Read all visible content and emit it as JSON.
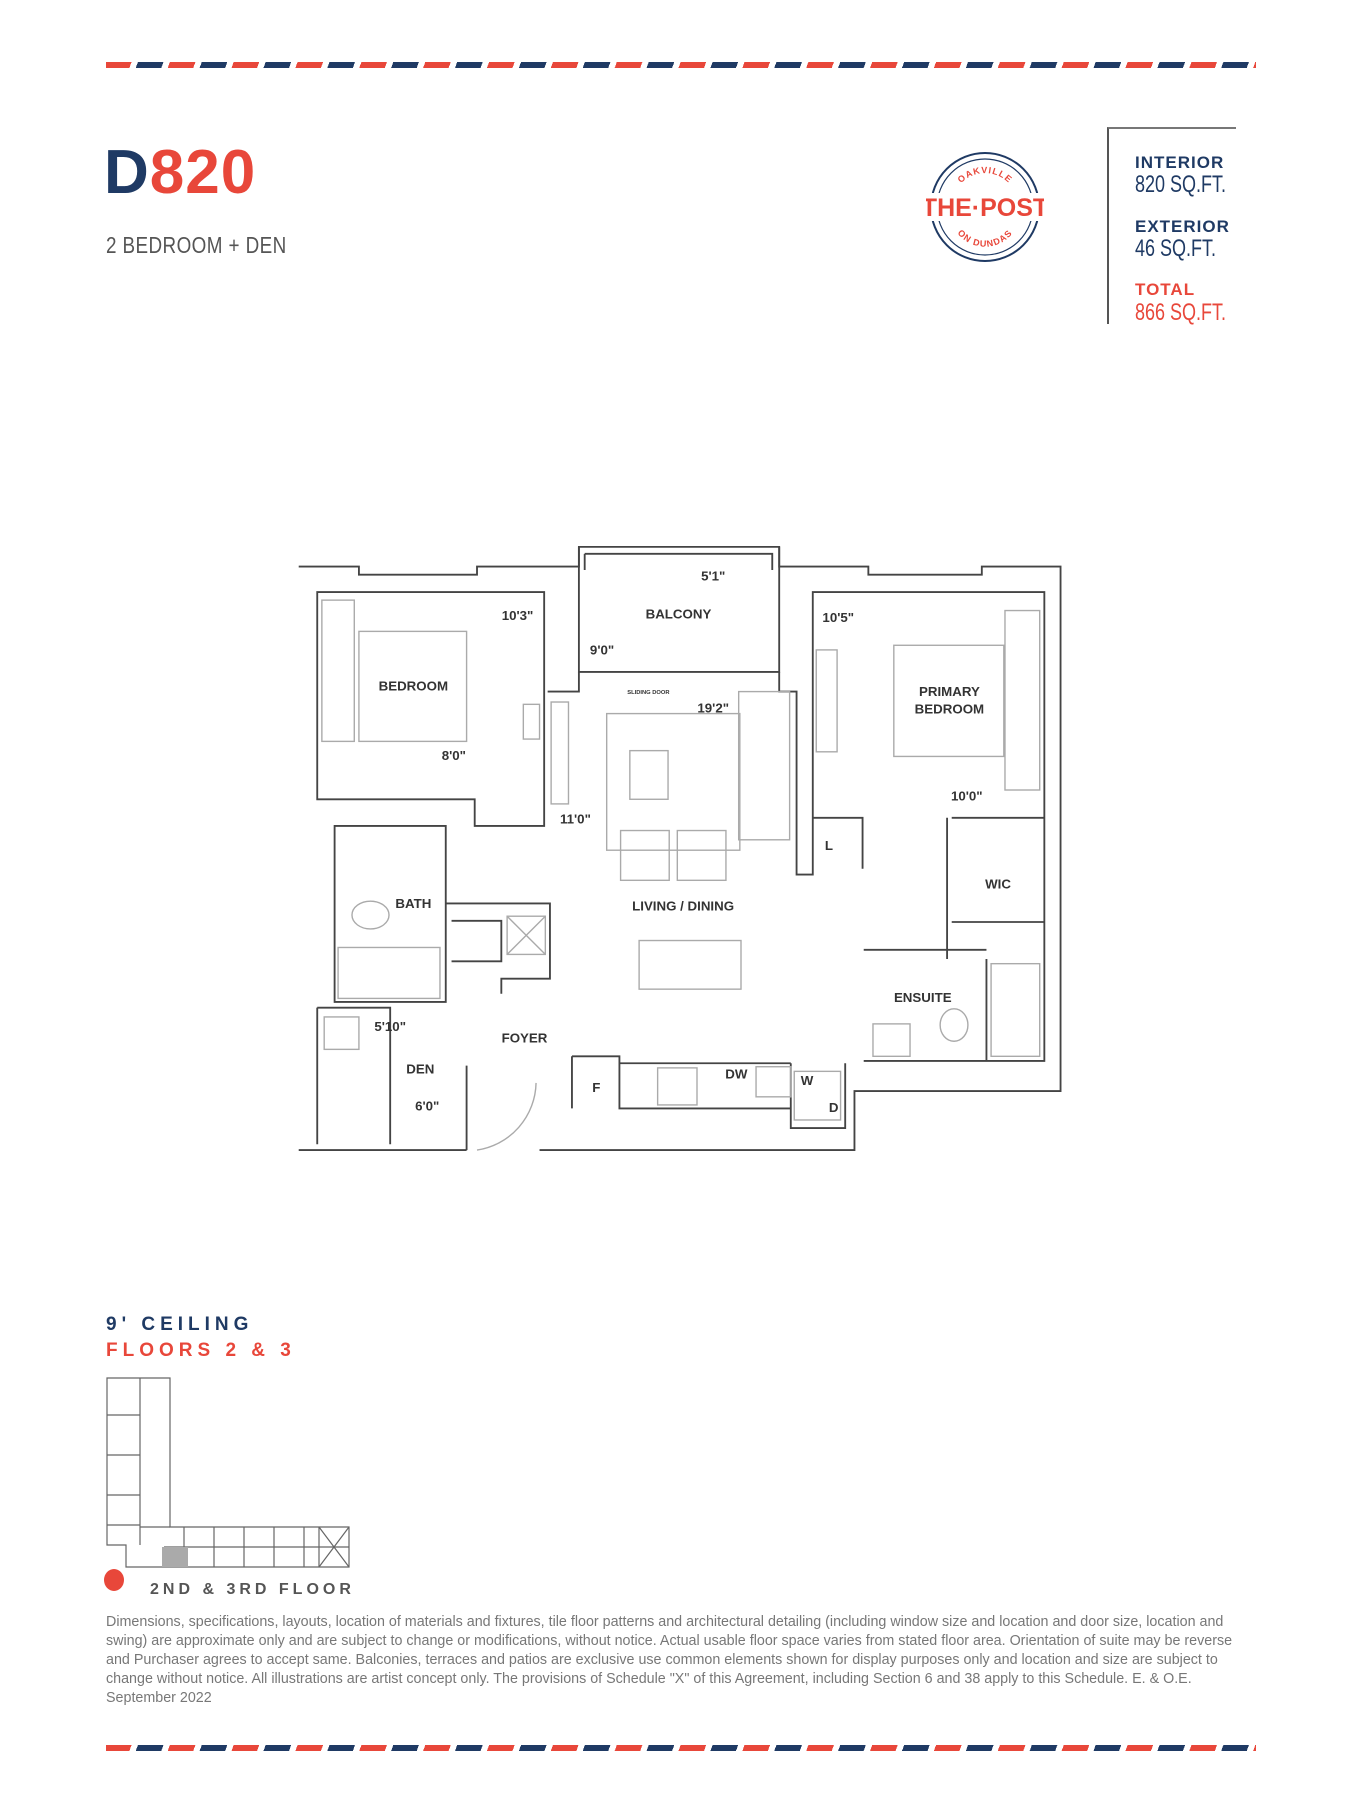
{
  "unit": {
    "code_prefix": "D",
    "code_number": "820",
    "type": "2 BEDROOM + DEN"
  },
  "logo": {
    "top_arc": "OAKVILLE",
    "name": "THE·POST",
    "bottom_arc": "ON DUNDAS"
  },
  "areas": [
    {
      "label": "INTERIOR",
      "value": "820 SQ.FT."
    },
    {
      "label": "EXTERIOR",
      "value": "46 SQ.FT."
    },
    {
      "label": "TOTAL",
      "value": "866 SQ.FT."
    }
  ],
  "plan": {
    "rooms": {
      "balcony": "BALCONY",
      "bedroom": "BEDROOM",
      "primary1": "PRIMARY",
      "primary2": "BEDROOM",
      "bath": "BATH",
      "living": "LIVING / DINING",
      "wic": "WIC",
      "ensuite": "ENSUITE",
      "foyer": "FOYER",
      "den": "DEN",
      "fridge": "F",
      "dishwasher": "DW",
      "washer": "W",
      "dryer": "D",
      "linen": "L",
      "sliding": "SLIDING DOOR"
    },
    "dims": {
      "balcony_d": "5'1\"",
      "bed_w": "10'3\"",
      "balcony_w": "9'0\"",
      "living_l": "19'2\"",
      "bed_d": "8'0\"",
      "living_w": "11'0\"",
      "primary_w": "10'5\"",
      "primary_d": "10'0\"",
      "den_d": "5'10\"",
      "den_w": "6'0\""
    }
  },
  "keyplan": {
    "ceiling": "9' CEILING",
    "floors": "FLOORS 2 & 3",
    "caption": "2ND & 3RD FLOOR"
  },
  "disclaimer": "Dimensions, specifications, layouts, location of materials and fixtures, tile floor patterns and architectural detailing (including window size and location and door size, location and swing) are approximate only and are subject to change or modifications, without notice. Actual usable floor space varies from stated floor area. Orientation of suite may be reverse and Purchaser agrees to accept same. Balconies, terraces and patios are exclusive use common elements shown for display purposes only and location and size are subject to change without notice. All illustrations are artist concept only. The provisions of Schedule \"X\" of this Agreement, including Section 6 and 38 apply to this Schedule. E. & O.E. September 2022",
  "colors": {
    "navy": "#1f3a64",
    "red": "#e8473a"
  }
}
